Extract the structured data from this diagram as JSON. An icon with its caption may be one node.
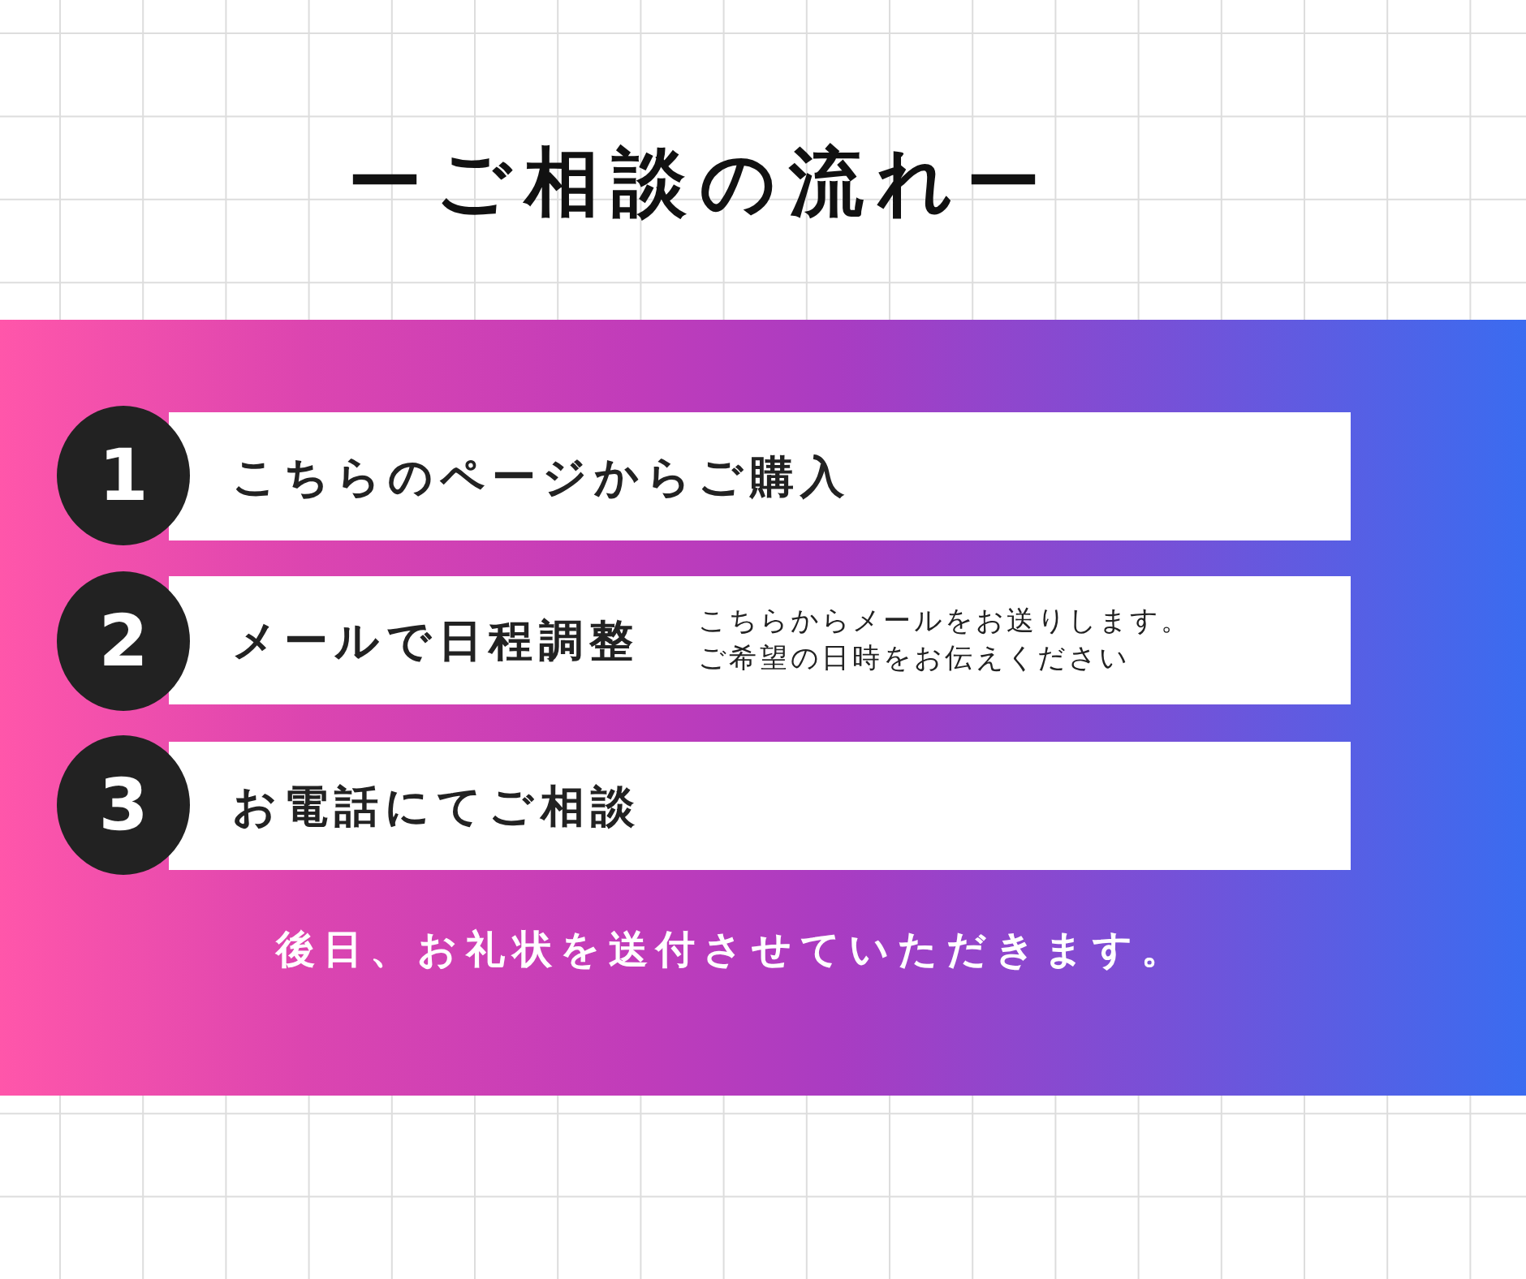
{
  "diagram": {
    "title": "ーご相談の流れー",
    "nodes": [
      {
        "text": [
          "後日、お礼状を送付させていただきます。"
        ]
      },
      {
        "text": [
          "1"
        ],
        "in": 0
      },
      {
        "text": [
          "こちらのページからご購入"
        ],
        "in": 0
      },
      {
        "text": [
          "2"
        ],
        "in": 0
      },
      {
        "text": [
          "メールで日程調整",
          "こちらからメールをお送りします。ご希望の日時をお伝えください"
        ],
        "in": 0
      },
      {
        "text": [
          "3"
        ],
        "in": 0
      },
      {
        "text": [
          "お電話にてご相談"
        ],
        "in": 0
      }
    ]
  }
}
